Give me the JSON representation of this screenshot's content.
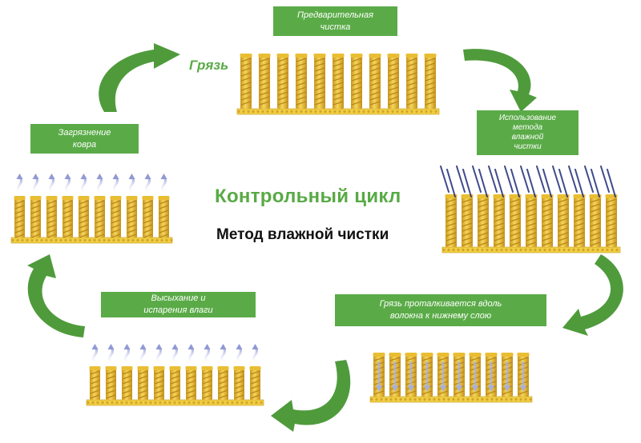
{
  "title": "Контрольный цикл",
  "subtitle": "Метод влажной чистки",
  "dirt_label": "Грязь",
  "steps": {
    "pre_clean": "Предварительная\nчистка",
    "wet_method": "Использование\nметода\nвлажной\nчистки",
    "push_dirt": "Грязь проталкивается вдоль\nволокна к нижнему слою",
    "drying": "Высыхание и\nиспарения влаги",
    "soiling": "Загрязнение\nковра"
  },
  "colors": {
    "accent_green": "#5aab47",
    "arrow_green": "#4f9b3c",
    "fiber_gold": "#e7bc2e",
    "backing_gold": "#f0cf45",
    "droplet_blue": "#1e2a78",
    "steam_blue": "#9fa8d9"
  }
}
